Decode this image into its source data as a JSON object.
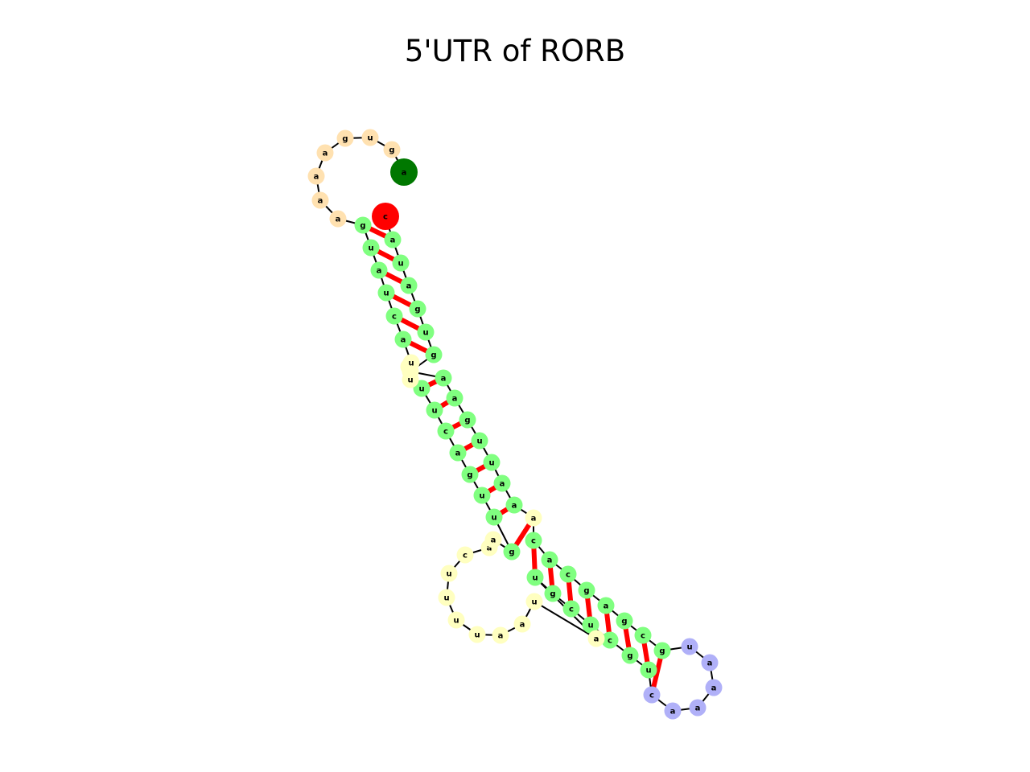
{
  "title": "5'UTR of RORB",
  "colors": {
    "stem": "#80ff80",
    "hairpin_loop": "#b0b0f8",
    "interior_loop": "#ffffc0",
    "exterior_loop": "#ffe1b0",
    "start_marker": "#ff0000",
    "end_marker": "#007800",
    "base_pair_bond": "#ff0000",
    "backbone": "#000000"
  },
  "nucleotides": [
    {
      "base": "c",
      "region": "start"
    },
    {
      "base": "a",
      "region": "stem"
    },
    {
      "base": "u",
      "region": "stem"
    },
    {
      "base": "a",
      "region": "stem"
    },
    {
      "base": "g",
      "region": "stem"
    },
    {
      "base": "u",
      "region": "stem"
    },
    {
      "base": "g",
      "region": "stem"
    },
    {
      "base": "u",
      "region": "interior"
    },
    {
      "base": "a",
      "region": "stem"
    },
    {
      "base": "a",
      "region": "stem"
    },
    {
      "base": "g",
      "region": "stem"
    },
    {
      "base": "u",
      "region": "stem"
    },
    {
      "base": "u",
      "region": "stem"
    },
    {
      "base": "a",
      "region": "stem"
    },
    {
      "base": "a",
      "region": "stem"
    },
    {
      "base": "a",
      "region": "interior"
    },
    {
      "base": "c",
      "region": "stem"
    },
    {
      "base": "a",
      "region": "stem"
    },
    {
      "base": "c",
      "region": "stem"
    },
    {
      "base": "g",
      "region": "stem"
    },
    {
      "base": "a",
      "region": "stem"
    },
    {
      "base": "g",
      "region": "stem"
    },
    {
      "base": "c",
      "region": "stem"
    },
    {
      "base": "g",
      "region": "stem"
    },
    {
      "base": "u",
      "region": "hairpin"
    },
    {
      "base": "a",
      "region": "hairpin"
    },
    {
      "base": "a",
      "region": "hairpin"
    },
    {
      "base": "a",
      "region": "hairpin"
    },
    {
      "base": "a",
      "region": "hairpin"
    },
    {
      "base": "c",
      "region": "hairpin"
    },
    {
      "base": "u",
      "region": "stem"
    },
    {
      "base": "g",
      "region": "stem"
    },
    {
      "base": "c",
      "region": "stem"
    },
    {
      "base": "u",
      "region": "stem"
    },
    {
      "base": "c",
      "region": "stem"
    },
    {
      "base": "g",
      "region": "stem"
    },
    {
      "base": "u",
      "region": "stem"
    },
    {
      "base": "a",
      "region": "interior"
    },
    {
      "base": "u",
      "region": "interior"
    },
    {
      "base": "a",
      "region": "interior"
    },
    {
      "base": "a",
      "region": "interior"
    },
    {
      "base": "u",
      "region": "interior"
    },
    {
      "base": "u",
      "region": "interior"
    },
    {
      "base": "u",
      "region": "interior"
    },
    {
      "base": "u",
      "region": "interior"
    },
    {
      "base": "c",
      "region": "interior"
    },
    {
      "base": "a",
      "region": "interior"
    },
    {
      "base": "a",
      "region": "interior"
    },
    {
      "base": "g",
      "region": "stem"
    },
    {
      "base": "u",
      "region": "stem"
    },
    {
      "base": "u",
      "region": "stem"
    },
    {
      "base": "g",
      "region": "stem"
    },
    {
      "base": "a",
      "region": "stem"
    },
    {
      "base": "c",
      "region": "stem"
    },
    {
      "base": "u",
      "region": "stem"
    },
    {
      "base": "u",
      "region": "stem"
    },
    {
      "base": "u",
      "region": "interior"
    },
    {
      "base": "a",
      "region": "interior"
    },
    {
      "base": "u",
      "region": "interior"
    },
    {
      "base": "a",
      "region": "stem"
    },
    {
      "base": "c",
      "region": "stem"
    },
    {
      "base": "u",
      "region": "stem"
    },
    {
      "base": "a",
      "region": "stem"
    },
    {
      "base": "u",
      "region": "stem"
    },
    {
      "base": "g",
      "region": "stem"
    },
    {
      "base": "a",
      "region": "exterior"
    },
    {
      "base": "a",
      "region": "exterior"
    },
    {
      "base": "a",
      "region": "exterior"
    },
    {
      "base": "a",
      "region": "exterior"
    },
    {
      "base": "g",
      "region": "exterior"
    },
    {
      "base": "u",
      "region": "exterior"
    },
    {
      "base": "g",
      "region": "exterior"
    },
    {
      "base": "a",
      "region": "end"
    }
  ],
  "base_pairs": [
    [
      2,
      65
    ],
    [
      3,
      64
    ],
    [
      4,
      63
    ],
    [
      5,
      62
    ],
    [
      6,
      61
    ],
    [
      7,
      60
    ],
    [
      9,
      56
    ],
    [
      10,
      55
    ],
    [
      11,
      54
    ],
    [
      12,
      53
    ],
    [
      13,
      52
    ],
    [
      14,
      51
    ],
    [
      15,
      50
    ],
    [
      16,
      49
    ],
    [
      17,
      37
    ],
    [
      18,
      36
    ],
    [
      19,
      35
    ],
    [
      20,
      34
    ],
    [
      21,
      33
    ],
    [
      22,
      32
    ],
    [
      23,
      31
    ],
    [
      24,
      30
    ]
  ]
}
